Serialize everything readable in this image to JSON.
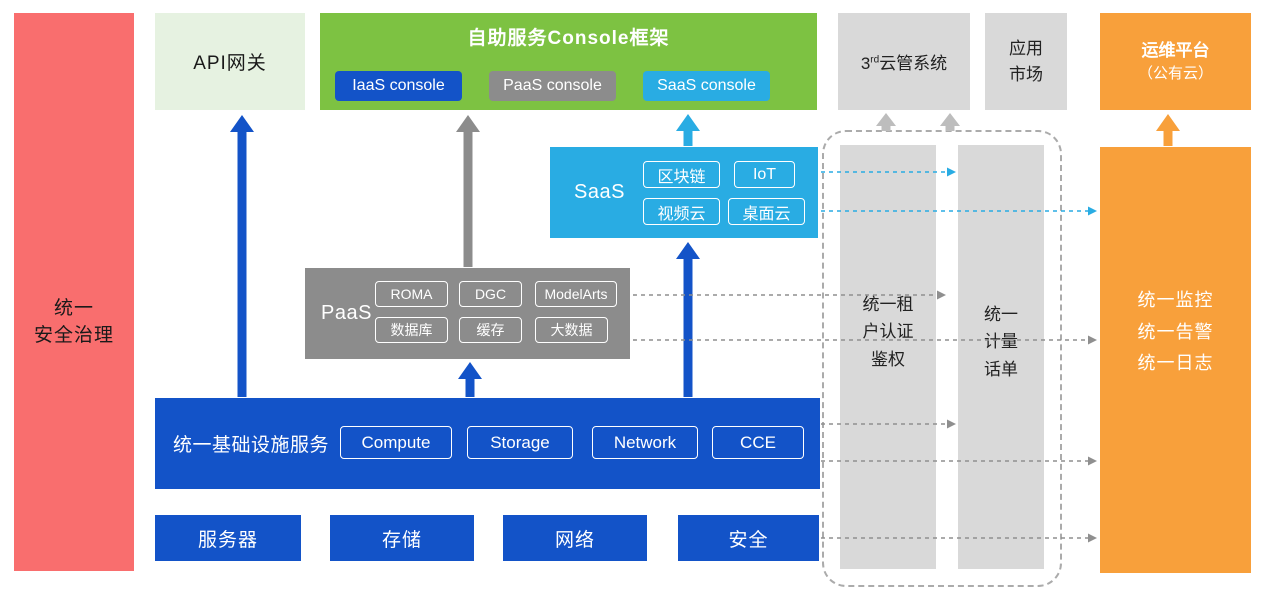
{
  "colors": {
    "security_red": "#F96E6E",
    "pale_green": "#E6F2E1",
    "console_green": "#7DC242",
    "primary_blue": "#1353C8",
    "saas_cyan": "#29ACE3",
    "paas_gray": "#8C8C8C",
    "panel_gray": "#D9D9D9",
    "ops_orange": "#F8A03B",
    "connector_gray": "#8F8F8F"
  },
  "security_bar": {
    "line1": "统一",
    "line2": "安全治理"
  },
  "api_gateway": {
    "label": "API网关"
  },
  "console_framework": {
    "title": "自助服务Console框架",
    "consoles": [
      {
        "label": "IaaS console"
      },
      {
        "label": "PaaS console"
      },
      {
        "label": "SaaS console"
      }
    ]
  },
  "third_party_cms": {
    "num": "3",
    "sup": "rd",
    "rest": "云管系统"
  },
  "app_market": {
    "line1": "应用",
    "line2": "市场"
  },
  "ops_platform": {
    "line1": "运维平台",
    "line2": "（公有云）"
  },
  "saas": {
    "label": "SaaS",
    "services": [
      "区块链",
      "IoT",
      "视频云",
      "桌面云"
    ]
  },
  "paas": {
    "label": "PaaS",
    "services": [
      "ROMA",
      "DGC",
      "ModelArts",
      "数据库",
      "缓存",
      "大数据"
    ]
  },
  "iaas": {
    "label": "统一基础设施服务",
    "services": [
      "Compute",
      "Storage",
      "Network",
      "CCE"
    ]
  },
  "hardware": [
    "服务器",
    "存储",
    "网络",
    "安全"
  ],
  "auth_bar": {
    "line1": "统一租",
    "line2": "户认证",
    "line3": "鉴权"
  },
  "metering_bar": {
    "line1": "统一",
    "line2": "计量",
    "line3": "话单"
  },
  "monitoring": {
    "line1": "统一监控",
    "line2": "统一告警",
    "line3": "统一日志"
  }
}
